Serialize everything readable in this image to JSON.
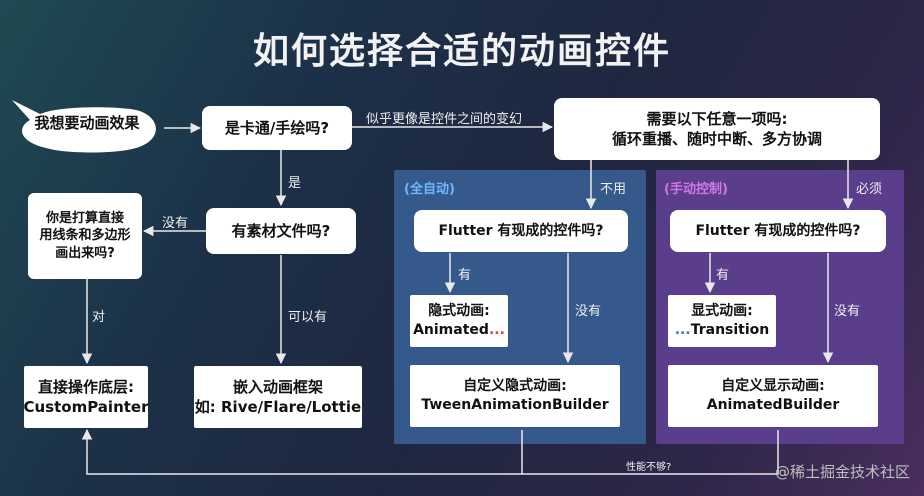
{
  "title": "如何选择合适的动画控件",
  "start": "我想要动画效果",
  "cartoon_q": "是卡通/手绘吗?",
  "edge_transform": "似乎更像是控件之间的变幻",
  "need_q": {
    "line1": "需要以下任意一项吗:",
    "line2": "循环重播、随时中断、多方协调"
  },
  "edge_yes": "是",
  "asset_q": "有素材文件吗?",
  "edge_none1": "没有",
  "draw_q": {
    "line1": "你是打算直接",
    "line2": "用线条和多边形",
    "line3": "画出来吗?"
  },
  "edge_right": "对",
  "edge_ok": "可以有",
  "custom_painter": {
    "line1": "直接操作底层:",
    "line2": "CustomPainter"
  },
  "embed": {
    "line1": "嵌入动画框架",
    "line2": "如: Rive/Flare/Lottie"
  },
  "auto_panel": {
    "label": "(全自动)",
    "edge_in": "不用",
    "question": "Flutter 有现成的控件吗?",
    "edge_has": "有",
    "edge_none": "没有",
    "implicit": {
      "line1": "隐式动画:",
      "line2_text": "Animated",
      "line2_dots": "..."
    },
    "custom": {
      "line1": "自定义隐式动画:",
      "line2": "TweenAnimationBuilder"
    }
  },
  "manual_panel": {
    "label": "(手动控制)",
    "edge_in": "必须",
    "question": "Flutter 有现成的控件吗?",
    "edge_has": "有",
    "edge_none": "没有",
    "explicit": {
      "line1": "显式动画:",
      "line2_dots": "...",
      "line2_text": "Transition"
    },
    "custom": {
      "line1": "自定义显示动画:",
      "line2": "AnimatedBuilder"
    }
  },
  "edge_perf": "性能不够?",
  "watermark": "@稀土掘金技术社区",
  "colors": {
    "auto_panel_bg": "#34598a",
    "manual_panel_bg": "#5a3e8c",
    "auto_label": "#6fb7ff",
    "manual_label": "#d277e8"
  }
}
